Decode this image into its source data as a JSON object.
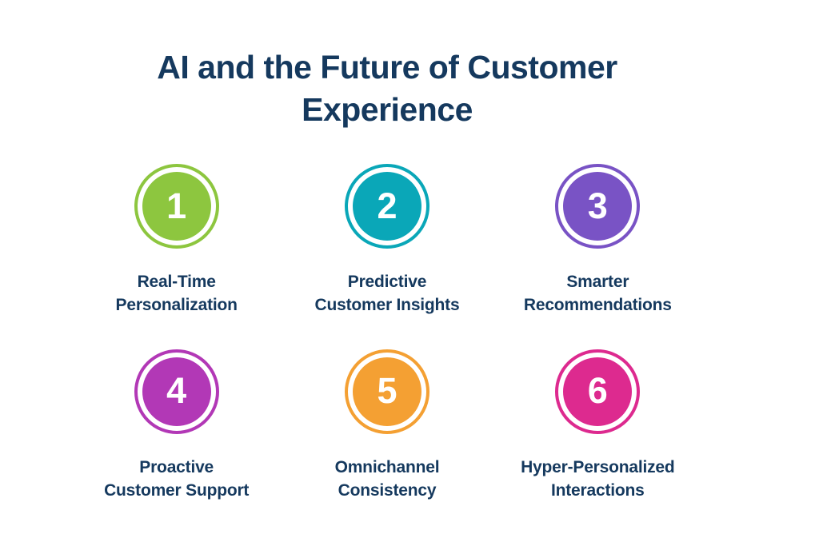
{
  "title": {
    "line1": "AI and the Future of Customer",
    "line2": "Experience",
    "color": "#15395E"
  },
  "items": [
    {
      "number": "1",
      "line1": "Real-Time",
      "line2": "Personalization",
      "label": "Real-Time Personalization",
      "color": "#8DC63F"
    },
    {
      "number": "2",
      "line1": "Predictive",
      "line2": "Customer Insights",
      "label": "Predictive Customer Insights",
      "color": "#0AA7B8"
    },
    {
      "number": "3",
      "line1": "Smarter",
      "line2": "Recommendations",
      "label": "Smarter Recommendations",
      "color": "#7953C5"
    },
    {
      "number": "4",
      "line1": "Proactive",
      "line2": "Customer Support",
      "label": "Proactive Customer Support",
      "color": "#B238B6"
    },
    {
      "number": "5",
      "line1": "Omnichannel",
      "line2": "Consistency",
      "label": "Omnichannel Consistency",
      "color": "#F4A033"
    },
    {
      "number": "6",
      "line1": "Hyper-Personalized",
      "line2": "Interactions",
      "label": "Hyper-Personalized Interactions",
      "color": "#DD2A8F"
    }
  ]
}
